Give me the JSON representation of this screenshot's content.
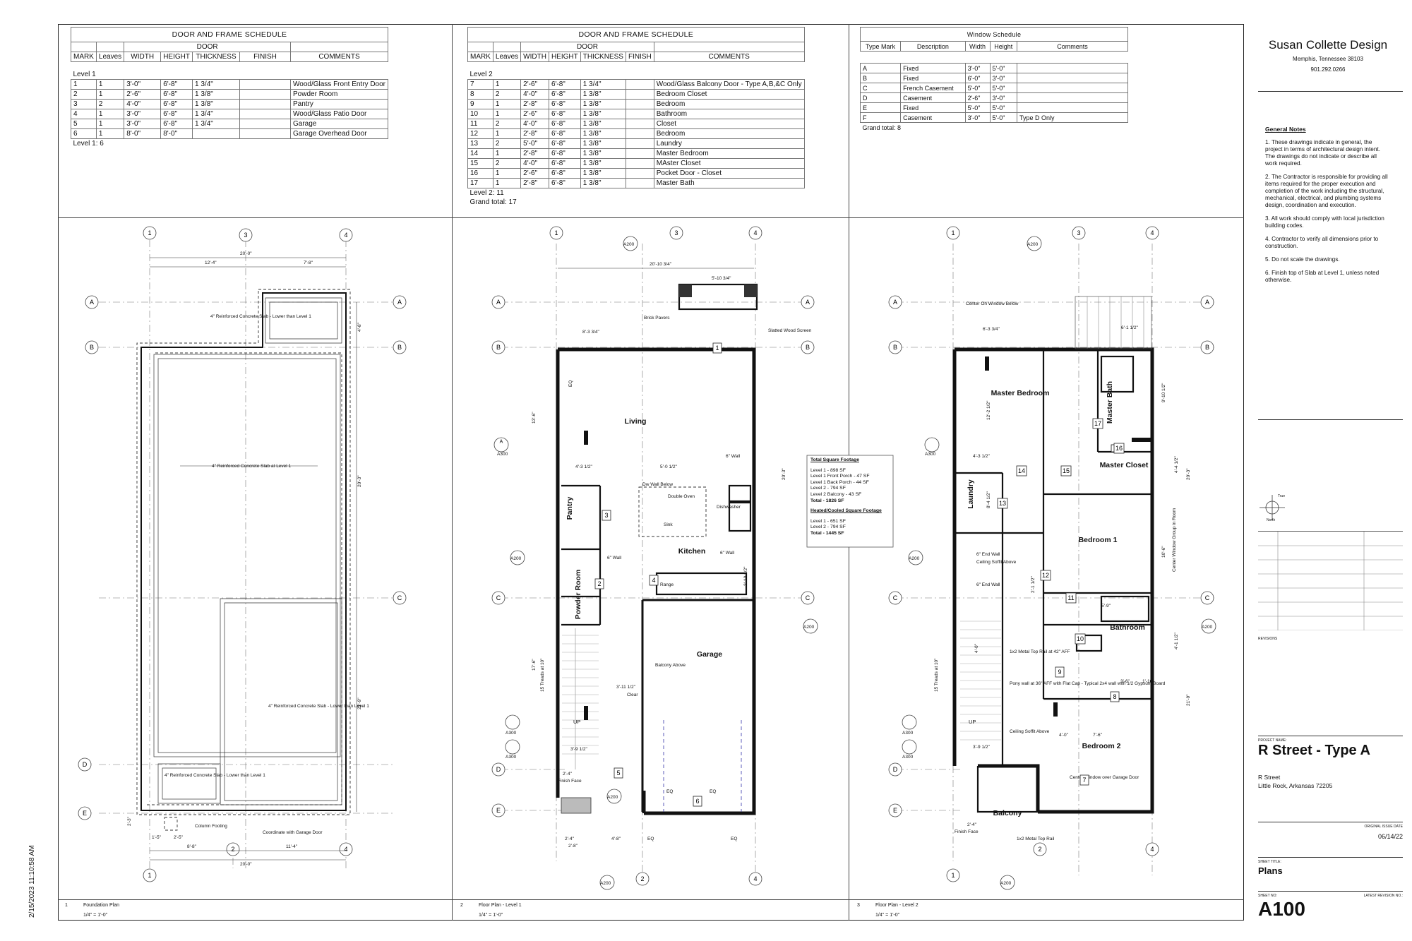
{
  "title_block": {
    "firm": "Susan Collette Design",
    "city": "Memphis, Tennessee 38103",
    "phone": "901.292.0266",
    "general_notes_title": "General Notes",
    "notes": [
      "1. These drawings indicate in general, the project in terms of architectural design intent. The drawings do not indicate or describe all work required.",
      "2. The Contractor is responsible for providing all items required for the proper execution and completion of the work including the structural, mechanical, electrical, and plumbing systems design, coordination and execution.",
      "3. All work should comply with local jurisdiction building codes.",
      "4. Contractor to verify all dimensions prior to construction.",
      "5. Do not scale the drawings.",
      "6. Finish top of Slab at Level 1, unless noted otherwise."
    ],
    "north_true": "True",
    "north_label": "North",
    "revisions_label": "REVISIONS",
    "project_name_label": "PROJECT NAME:",
    "project_name": "R Street - Type A",
    "address_line1": "R Street",
    "address_line2": "Little Rock, Arkansas 72205",
    "issue_date_label": "ORIGINAL ISSUE DATE",
    "issue_date": "06/14/22",
    "sheet_title_label": "SHEET TITLE:",
    "sheet_title": "Plans",
    "sheet_no_label": "SHEET NO:",
    "latest_revision_label": "LATEST REVISION NO.:",
    "sheet_no": "A100"
  },
  "timestamp": "2/15/2023 11:10:58 AM",
  "door_schedule_1": {
    "title": "DOOR AND FRAME SCHEDULE",
    "door_header": "DOOR",
    "columns": [
      "MARK",
      "Leaves",
      "WIDTH",
      "HEIGHT",
      "THICKNESS",
      "FINISH",
      "COMMENTS"
    ],
    "level_label": "Level 1",
    "rows": [
      [
        "1",
        "1",
        "3'-0\"",
        "6'-8\"",
        "1 3/4\"",
        "",
        "Wood/Glass Front Entry Door"
      ],
      [
        "2",
        "1",
        "2'-6\"",
        "6'-8\"",
        "1 3/8\"",
        "",
        "Powder Room"
      ],
      [
        "3",
        "2",
        "4'-0\"",
        "6'-8\"",
        "1 3/8\"",
        "",
        "Pantry"
      ],
      [
        "4",
        "1",
        "3'-0\"",
        "6'-8\"",
        "1 3/4\"",
        "",
        "Wood/Glass Patio Door"
      ],
      [
        "5",
        "1",
        "3'-0\"",
        "6'-8\"",
        "1 3/4\"",
        "",
        "Garage"
      ],
      [
        "6",
        "1",
        "8'-0\"",
        "8'-0\"",
        "",
        "",
        "Garage Overhead Door"
      ]
    ],
    "footer": "Level 1: 6"
  },
  "door_schedule_2": {
    "title": "DOOR AND FRAME SCHEDULE",
    "door_header": "DOOR",
    "columns": [
      "MARK",
      "Leaves",
      "WIDTH",
      "HEIGHT",
      "THICKNESS",
      "FINISH",
      "COMMENTS"
    ],
    "level_label": "Level 2",
    "rows": [
      [
        "7",
        "1",
        "2'-6\"",
        "6'-8\"",
        "1 3/4\"",
        "",
        "Wood/Glass Balcony Door - Type A,B,&C Only"
      ],
      [
        "8",
        "2",
        "4'-0\"",
        "6'-8\"",
        "1 3/8\"",
        "",
        "Bedroom Closet"
      ],
      [
        "9",
        "1",
        "2'-8\"",
        "6'-8\"",
        "1 3/8\"",
        "",
        "Bedroom"
      ],
      [
        "10",
        "1",
        "2'-6\"",
        "6'-8\"",
        "1 3/8\"",
        "",
        "Bathroom"
      ],
      [
        "11",
        "2",
        "4'-0\"",
        "6'-8\"",
        "1 3/8\"",
        "",
        "Closet"
      ],
      [
        "12",
        "1",
        "2'-8\"",
        "6'-8\"",
        "1 3/8\"",
        "",
        "Bedroom"
      ],
      [
        "13",
        "2",
        "5'-0\"",
        "6'-8\"",
        "1 3/8\"",
        "",
        "Laundry"
      ],
      [
        "14",
        "1",
        "2'-8\"",
        "6'-8\"",
        "1 3/8\"",
        "",
        "Master Bedroom"
      ],
      [
        "15",
        "2",
        "4'-0\"",
        "6'-8\"",
        "1 3/8\"",
        "",
        "MAster Closet"
      ],
      [
        "16",
        "1",
        "2'-6\"",
        "6'-8\"",
        "1 3/8\"",
        "",
        "Pocket Door - Closet"
      ],
      [
        "17",
        "1",
        "2'-8\"",
        "6'-8\"",
        "1 3/8\"",
        "",
        "Master Bath"
      ]
    ],
    "footer": "Level 2: 11",
    "grand_total": "Grand total: 17"
  },
  "window_schedule": {
    "title": "Window Schedule",
    "columns": [
      "Type Mark",
      "Description",
      "Width",
      "Height",
      "Comments"
    ],
    "rows": [
      [
        "A",
        "Fixed",
        "3'-0\"",
        "5'-0\"",
        ""
      ],
      [
        "B",
        "Fixed",
        "6'-0\"",
        "3'-0\"",
        ""
      ],
      [
        "C",
        "French Casement",
        "5'-0\"",
        "5'-0\"",
        ""
      ],
      [
        "D",
        "Casement",
        "2'-6\"",
        "3'-0\"",
        ""
      ],
      [
        "E",
        "Fixed",
        "5'-0\"",
        "5'-0\"",
        ""
      ],
      [
        "F",
        "Casement",
        "3'-0\"",
        "5'-0\"",
        "Type D Only"
      ]
    ],
    "grand_total": "Grand total: 8"
  },
  "square_footage": {
    "total_title": "Total Square Footage",
    "lines": [
      "Level 1 - 898 SF",
      "Level 1 Front Porch - 47 SF",
      "Level 1 Back Porch - 44 SF",
      "Level 2 - 794 SF",
      "Level 2 Balcony - 43 SF"
    ],
    "total": "Total - 1826 SF",
    "heated_title": "Heated/Cooled Square Footage",
    "heated_lines": [
      "Level 1 - 651 SF",
      "Level 2 - 794 SF"
    ],
    "heated_total": "Total - 1445 SF"
  },
  "views": [
    {
      "number": "1",
      "name": "Foundation Plan",
      "scale": "1/4\" = 1'-0\""
    },
    {
      "number": "2",
      "name": "Floor Plan - Level 1",
      "scale": "1/4\" = 1'-0\""
    },
    {
      "number": "3",
      "name": "Floor Plan - Level 2",
      "scale": "1/4\" = 1'-0\""
    }
  ],
  "foundation": {
    "dim_total": "20'-0\"",
    "dim_left": "12'-4\"",
    "dim_right": "7'-8\"",
    "bottom_left": "8'-8\"",
    "bottom_right": "11'-4\"",
    "bottom_total": "20'-0\"",
    "side_dim": "20'-3\"",
    "side_dim2": "21'-9\"",
    "side_small": "4'-8\"",
    "note_slab_lower_top": "4\" Reinforced Concrete Slab - Lower than Level 1",
    "note_slab_main": "4\" Reinforced Concrete Slab at Level 1",
    "note_slab_lower_garage": "4\" Reinforced Concrete Slab - Lower than Level 1",
    "note_slab_lower_bottom": "4\" Reinforced Concrete Slab - Lower than Level 1",
    "column_footing": "Column Footing",
    "coordinate": "Coordinate with Garage Door",
    "small_dims": [
      "1'-5\"",
      "2'-5\"",
      "2'-3\""
    ]
  },
  "level1": {
    "rooms": [
      "Living",
      "Kitchen",
      "Pantry",
      "Powder Room",
      "Garage"
    ],
    "dim_top": "20'-10 3/4\"",
    "dim_porch": "5'-10 3/4\"",
    "brick_pavers": "Brick Pavers",
    "slatted_screen": "Slatted Wood Screen",
    "dw_below": "Dw Wall Below",
    "balcony_above": "Balcony Above",
    "clear": "Clear",
    "up": "UP",
    "finish_face": "Finish Face",
    "treads": "15 Treads at 10\"",
    "dims": [
      "8'-3 3/4\"",
      "4'-3 1/2\"",
      "5'-0 1/2\"",
      "3'-11 1/2\"",
      "3'-9 1/2\"",
      "2'-4\"",
      "2'-4\"",
      "2'-8\"",
      "4'-8\"",
      "6\" Wall",
      "6\" Wall",
      "6\" Wall",
      "13'-6\"",
      "20'-3\"",
      "17'-6\"",
      "2'-10 1/2\""
    ],
    "eq": "EQ",
    "door_tags": [
      "1",
      "2",
      "3",
      "4",
      "5",
      "6"
    ],
    "view_ref": "A200",
    "view_ref2": "A300",
    "kitchen_labels": [
      "Double Oven",
      "Dishwasher",
      "Sink",
      "Range"
    ]
  },
  "level2": {
    "rooms": [
      "Master Bedroom",
      "Master Bath",
      "Master Closet",
      "Laundry",
      "Bedroom 1",
      "Bathroom",
      "Bedroom 2",
      "Balcony"
    ],
    "center_window": "Center On Window Below",
    "ceiling_soffit": "Ceiling Soffit Above",
    "end_wall": "6\" End Wall",
    "metal_rail": "1x2 Metal Top Rail at 42\" AFF",
    "pony_wall": "Pony wall at 36\" AFF with Flat Cap - Typical 2x4 wall with 1/2 Gypsum Board",
    "ceiling_soffit2": "Ceiling Soffit Above",
    "center_window_garage": "Center Window over Garage Door",
    "center_window_room": "Center Window Group in Room",
    "metal_rail2": "1x2 Metal Top Rail",
    "dims": [
      "6'-3 3/4\"",
      "6'-1 1/2\"",
      "12'-2 1/2\"",
      "4'-3 1/2\"",
      "8'-4 1/2\"",
      "2'-1 1/2\"",
      "5'-9\"",
      "7'-6\"",
      "4'-0\"",
      "3'-6\"",
      "1'-10\"",
      "3'-9 1/2\"",
      "2'-4\"",
      "10'-6\"",
      "9'-10 1/2\"",
      "20'-3\"",
      "21'-9\"",
      "4'-4 1/2\"",
      "4'-1 1/2\"",
      "4'-0\""
    ],
    "door_tags": [
      "7",
      "8",
      "9",
      "10",
      "11",
      "12",
      "13",
      "14",
      "15",
      "16",
      "17"
    ]
  },
  "grid": {
    "cols": [
      "1",
      "2",
      "3",
      "4"
    ],
    "rows": [
      "A",
      "B",
      "C",
      "D",
      "E"
    ]
  }
}
